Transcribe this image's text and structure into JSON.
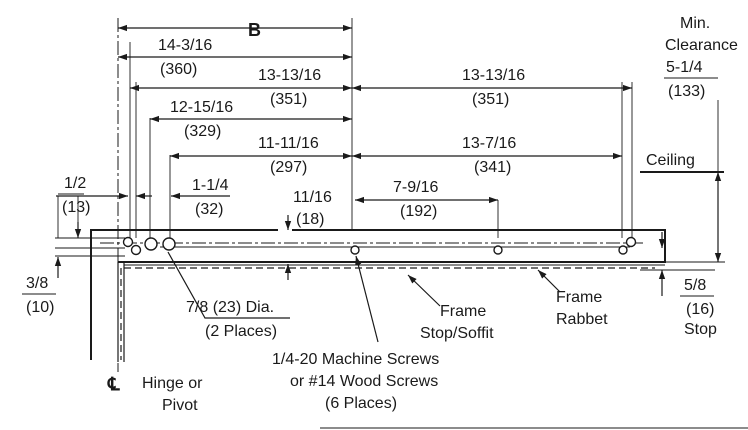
{
  "dimensions": {
    "b": "B",
    "d1_in": "14-3/16",
    "d1_mm": "(360)",
    "d2_in": "13-13/16",
    "d2_mm": "(351)",
    "d3_in": "13-13/16",
    "d3_mm": "(351)",
    "d4_in": "12-15/16",
    "d4_mm": "(329)",
    "d5_in": "11-11/16",
    "d5_mm": "(297)",
    "d6_in": "13-7/16",
    "d6_mm": "(341)",
    "d7_in": "1/2",
    "d7_mm": "(13)",
    "d8_in": "1-1/4",
    "d8_mm": "(32)",
    "d9_in": "11/16",
    "d9_mm": "(18)",
    "d10_in": "7-9/16",
    "d10_mm": "(192)",
    "d11_in": "3/8",
    "d11_mm": "(10)",
    "d12_in": "5/8",
    "d12_mm": "(16)",
    "clear_in": "5-1/4",
    "clear_mm": "(133)"
  },
  "labels": {
    "min": "Min.",
    "clearance": "Clearance",
    "ceiling": "Ceiling",
    "stop": "Stop",
    "hole_dia": "7/8 (23) Dia.",
    "hole_places": "(2 Places)",
    "frame_stop_1": "Frame",
    "frame_stop_2": "Stop/Soffit",
    "frame_rabbet_1": "Frame",
    "frame_rabbet_2": "Rabbet",
    "screws_1": "1/4-20 Machine Screws",
    "screws_2": "or #14 Wood Screws",
    "screws_3": "(6 Places)",
    "cl_symbol": "℄",
    "hinge_1": "Hinge or",
    "hinge_2": "Pivot"
  }
}
